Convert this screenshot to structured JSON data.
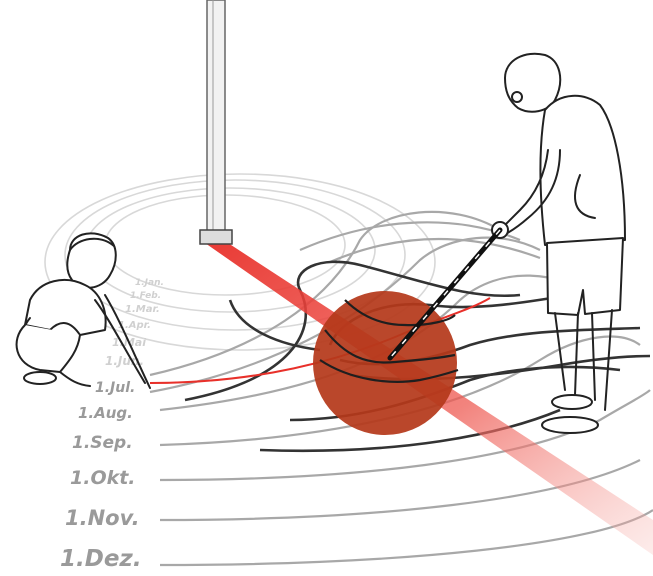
{
  "illustration": {
    "labels": {
      "jan": "1.Jan.",
      "feb": "1.Feb.",
      "mar": "1.Mar.",
      "apr": "1.Apr.",
      "mai": "1.Mai",
      "jun": "1.Jun.",
      "jul": "1.Jul.",
      "aug": "1.Aug.",
      "sep": "1.Sep.",
      "okt": "1.Okt.",
      "nov": "1.Nov.",
      "dez": "1.Dez."
    },
    "colors": {
      "beam": "#e8302a",
      "disc": "#b5391b",
      "line_dark": "#333333",
      "line_gray": "#a8a8a8",
      "label_gray": "#9a9a9a"
    },
    "icons": [
      "gnomon-pole",
      "sun-shadow-beam",
      "crouching-boy",
      "old-man-with-cane",
      "red-disc-marker"
    ]
  }
}
